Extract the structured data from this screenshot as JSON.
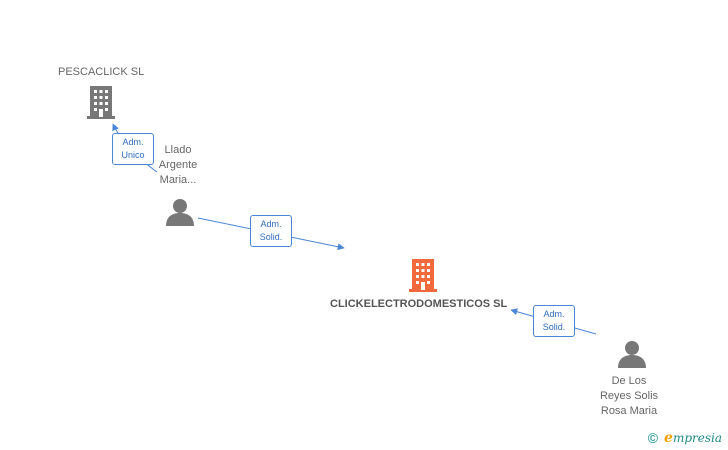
{
  "companies": {
    "top": {
      "name": "PESCACLICK SL"
    },
    "main": {
      "name": "CLICKELECTRODOMESTICOS SL"
    }
  },
  "persons": {
    "p1": {
      "lines": [
        "Llado",
        "Argente",
        "Maria..."
      ]
    },
    "p2": {
      "lines": [
        "De Los",
        "Reyes Solis",
        "Rosa Maria"
      ]
    }
  },
  "relations": {
    "r1": {
      "line1": "Adm.",
      "line2": "Unico"
    },
    "r2": {
      "line1": "Adm.",
      "line2": "Solid."
    },
    "r3": {
      "line1": "Adm.",
      "line2": "Solid."
    }
  },
  "branding": {
    "copyright": "©",
    "brand_first": "e",
    "brand_rest": "mpresia"
  },
  "colors": {
    "edge": "#4a86d6",
    "main_company": "#f26a3c",
    "other_company": "#777777",
    "person": "#777777"
  },
  "icons": {
    "company": "building-icon",
    "person": "person-icon"
  }
}
